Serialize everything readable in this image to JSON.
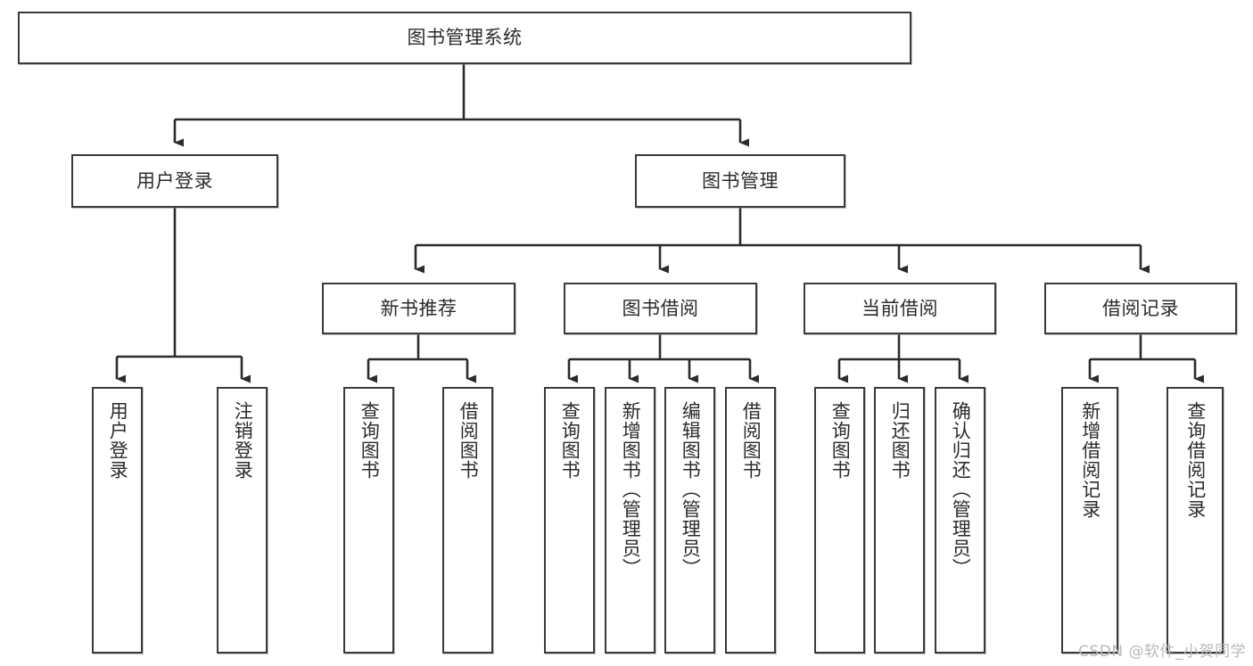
{
  "diagram": {
    "type": "tree",
    "title": "图书管理系统",
    "watermark": "CSDN @软件_小贺同学",
    "colors": {
      "background": "#ffffff",
      "node_border": "#3a3a3a",
      "node_fill": "#ffffff",
      "text": "#2b2b2b",
      "edge": "#2b2b2b",
      "watermark": "#b9b9b9"
    },
    "nodes": {
      "root": {
        "label": "图书管理系统",
        "level": 0
      },
      "l1": [
        {
          "id": "user_login",
          "label": "用户登录",
          "level": 1
        },
        {
          "id": "book_mgmt",
          "label": "图书管理",
          "level": 1
        }
      ],
      "l2": [
        {
          "id": "new_book_rec",
          "label": "新书推荐",
          "level": 2,
          "parent": "book_mgmt"
        },
        {
          "id": "book_borrow",
          "label": "图书借阅",
          "level": 2,
          "parent": "book_mgmt"
        },
        {
          "id": "current_borrow",
          "label": "当前借阅",
          "level": 2,
          "parent": "book_mgmt"
        },
        {
          "id": "borrow_record",
          "label": "借阅记录",
          "level": 2,
          "parent": "book_mgmt"
        }
      ],
      "leaves": [
        {
          "id": "leaf_user_login",
          "label": "用户登录",
          "parent": "user_login"
        },
        {
          "id": "leaf_logout",
          "label": "注销登录",
          "parent": "user_login"
        },
        {
          "id": "leaf_query_book_1",
          "label": "查询图书",
          "parent": "new_book_rec"
        },
        {
          "id": "leaf_borrow_book_1",
          "label": "借阅图书",
          "parent": "new_book_rec"
        },
        {
          "id": "leaf_query_book_2",
          "label": "查询图书",
          "parent": "book_borrow"
        },
        {
          "id": "leaf_add_book",
          "label": "新增图书（管理员）",
          "parent": "book_borrow"
        },
        {
          "id": "leaf_edit_book",
          "label": "编辑图书（管理员）",
          "parent": "book_borrow"
        },
        {
          "id": "leaf_borrow_book_2",
          "label": "借阅图书",
          "parent": "book_borrow"
        },
        {
          "id": "leaf_query_book_3",
          "label": "查询图书",
          "parent": "current_borrow"
        },
        {
          "id": "leaf_return_book",
          "label": "归还图书",
          "parent": "current_borrow"
        },
        {
          "id": "leaf_confirm_return",
          "label": "确认归还（管理员）",
          "parent": "current_borrow"
        },
        {
          "id": "leaf_add_record",
          "label": "新增借阅记录",
          "parent": "borrow_record"
        },
        {
          "id": "leaf_query_record",
          "label": "查询借阅记录",
          "parent": "borrow_record"
        }
      ]
    }
  }
}
